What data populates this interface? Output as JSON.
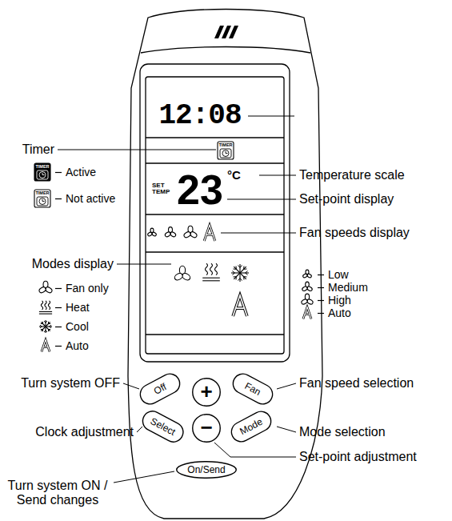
{
  "diagram": {
    "nodes": [
      {
        "text": [
          "Off"
        ]
      },
      {
        "text": [
          "+"
        ]
      },
      {
        "text": [
          "Fan"
        ]
      },
      {
        "text": [
          "Select"
        ]
      },
      {
        "text": [
          "−"
        ]
      },
      {
        "text": [
          "Mode"
        ]
      },
      {
        "text": [
          "On/Send"
        ]
      }
    ],
    "labels": [
      "12:08",
      "Timer",
      "TIMER",
      "TIMER",
      "SET TEMP",
      "23",
      "°C",
      "Temperature scale",
      "TIMER",
      "Set-point display",
      "Fan speeds display",
      "Modes display",
      "Turn system OFF",
      "Fan speed selection",
      "Clock adjustment",
      "Mode selection",
      "Set-point adjustment",
      "Turn system ON / Send changes"
    ],
    "legend": [
      {
        "text": "Active"
      },
      {
        "text": "Not active"
      },
      {
        "text": "Fan only"
      },
      {
        "text": "Heat"
      },
      {
        "text": "Cool"
      },
      {
        "text": "Auto"
      },
      {
        "text": "Low"
      },
      {
        "text": "Medium"
      },
      {
        "text": "High"
      },
      {
        "text": "Auto"
      }
    ]
  }
}
